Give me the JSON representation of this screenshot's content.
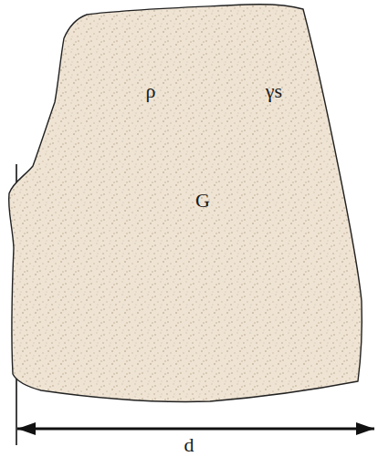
{
  "diagram": {
    "nodes": [
      {
        "text": [
          "ρ",
          "γs",
          "G"
        ]
      }
    ],
    "labels": [
      "d"
    ]
  }
}
